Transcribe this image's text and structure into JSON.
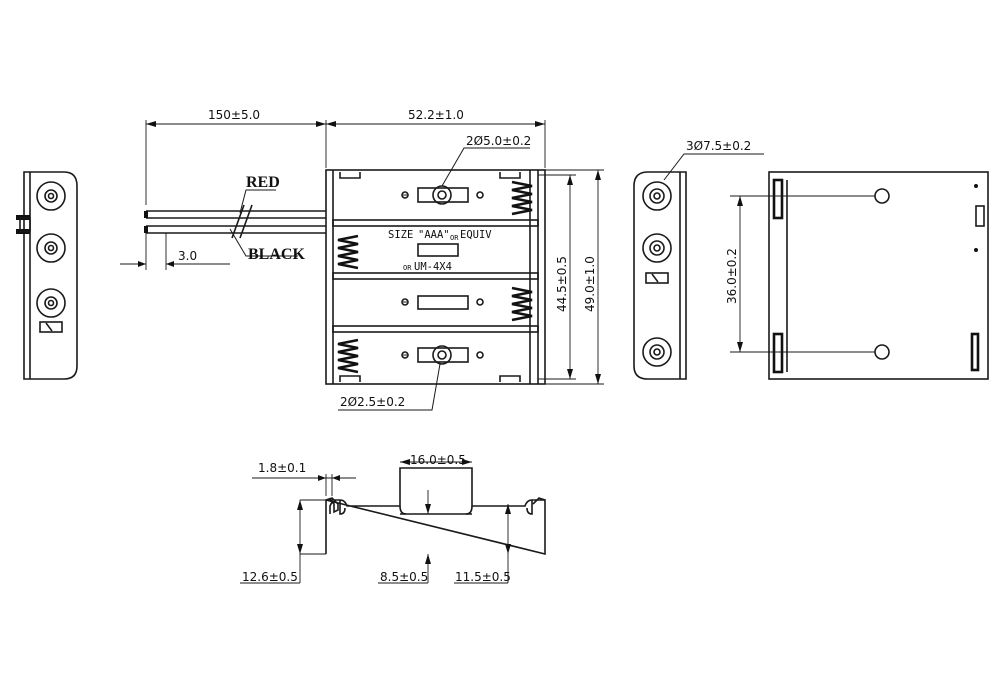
{
  "dimensions": {
    "lead_length": "150±5.0",
    "width": "52.2±1.0",
    "slot_hole": "2Ø5.0±0.2",
    "lead_strip": "3.0",
    "inner_height": "44.5±0.5",
    "outer_height": "49.0±1.0",
    "small_hole": "2Ø2.5±0.2",
    "mount_hole": "3Ø7.5±0.2",
    "hole_pitch": "36.0±0.2",
    "wall": "1.8±0.1",
    "notch_width": "16.0±0.5",
    "depth": "12.6±0.5",
    "notch_depth": "8.5±0.5",
    "clip_height": "11.5±0.5"
  },
  "wire_labels": {
    "red": "RED",
    "black": "BLACK"
  },
  "stamp": {
    "line1_a": "SIZE",
    "line1_b": "\"AAA\"",
    "line1_c": "OR",
    "line1_d": "EQUIV",
    "line2_a": "OR",
    "line2_b": "UM-4X4"
  }
}
